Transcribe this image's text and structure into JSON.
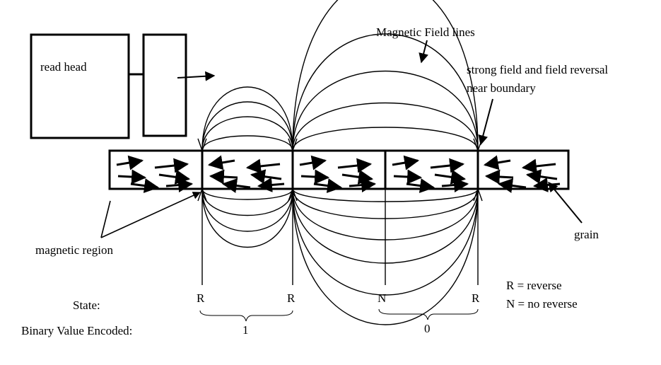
{
  "labels": {
    "read_head": "read head",
    "field_lines": "Magnetic Field lines",
    "strong_field_line1": "strong field and field reversal",
    "strong_field_line2": "near boundary",
    "magnetic_region": "magnetic region",
    "grain": "grain",
    "state": "State:",
    "binary_value": "Binary Value Encoded:",
    "legend_r": "R = reverse",
    "legend_n": "N = no reverse"
  },
  "boundaries": [
    "R",
    "R",
    "N",
    "R"
  ],
  "bits": [
    "1",
    "0"
  ],
  "colors": {
    "ink": "#000000",
    "background": "#ffffff"
  }
}
